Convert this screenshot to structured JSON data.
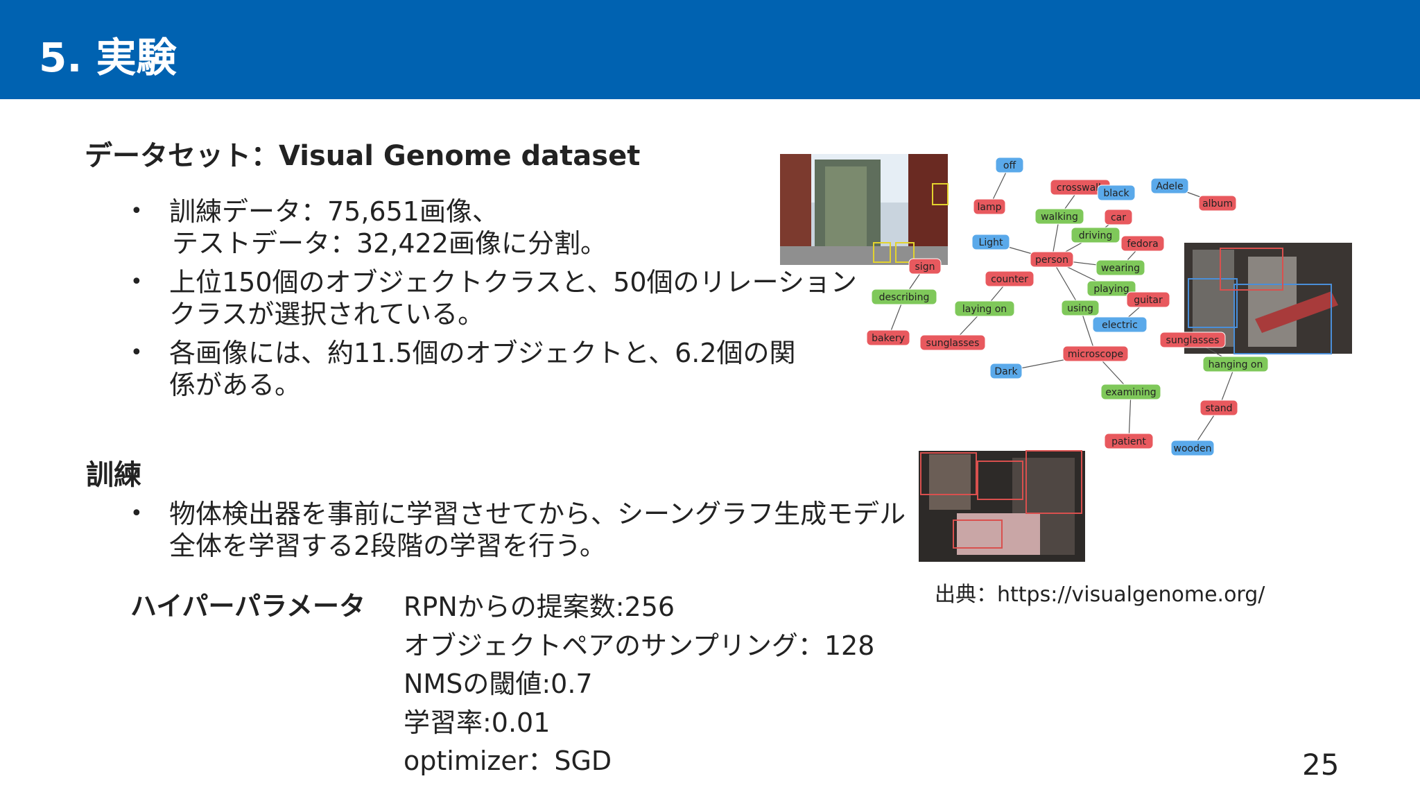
{
  "header": {
    "title": "5. 実験"
  },
  "dataset": {
    "heading": "データセット：Visual Genome dataset",
    "bullets": [
      {
        "lines": [
          "訓練データ：75,651画像、",
          "テストデータ：32,422画像に分割。"
        ]
      },
      {
        "lines": [
          "上位150個のオブジェクトクラスと、50個のリレーション",
          "クラスが選択されている。"
        ]
      },
      {
        "lines": [
          "各画像には、約11.5個のオブジェクトと、6.2個の関",
          "係がある。"
        ]
      }
    ]
  },
  "training": {
    "heading": "訓練",
    "bullets": [
      {
        "lines": [
          "物体検出器を事前に学習させてから、シーングラフ生成モデル",
          "全体を学習する2段階の学習を行う。"
        ]
      }
    ]
  },
  "hyperparams": {
    "label": "ハイパーパラメータ",
    "items": [
      "RPNからの提案数:256",
      "オブジェクトペアのサンプリング：128",
      "NMSの閾値:0.7",
      "学習率:0.01",
      "optimizer：SGD"
    ]
  },
  "figure": {
    "nodes": [
      {
        "label": "off",
        "color": "#5aa9ea"
      },
      {
        "label": "crosswalk",
        "color": "#e8595e"
      },
      {
        "label": "black",
        "color": "#5aa9ea"
      },
      {
        "label": "Adele",
        "color": "#5aa9ea"
      },
      {
        "label": "album",
        "color": "#e8595e"
      },
      {
        "label": "lamp",
        "color": "#e8595e"
      },
      {
        "label": "walking",
        "color": "#7fc85a"
      },
      {
        "label": "car",
        "color": "#e8595e"
      },
      {
        "label": "driving",
        "color": "#7fc85a"
      },
      {
        "label": "Light",
        "color": "#5aa9ea"
      },
      {
        "label": "fedora",
        "color": "#e8595e"
      },
      {
        "label": "sign",
        "color": "#e8595e"
      },
      {
        "label": "person",
        "color": "#e8595e"
      },
      {
        "label": "wearing",
        "color": "#7fc85a"
      },
      {
        "label": "counter",
        "color": "#e8595e"
      },
      {
        "label": "playing",
        "color": "#7fc85a"
      },
      {
        "label": "describing",
        "color": "#7fc85a"
      },
      {
        "label": "guitar",
        "color": "#e8595e"
      },
      {
        "label": "laying on",
        "color": "#7fc85a"
      },
      {
        "label": "using",
        "color": "#7fc85a"
      },
      {
        "label": "electric",
        "color": "#5aa9ea"
      },
      {
        "label": "bakery",
        "color": "#e8595e"
      },
      {
        "label": "sunglasses",
        "color": "#e8595e"
      },
      {
        "label": "sunglasses",
        "color": "#e8595e"
      },
      {
        "label": "microscope",
        "color": "#e8595e"
      },
      {
        "label": "hanging on",
        "color": "#7fc85a"
      },
      {
        "label": "Dark",
        "color": "#5aa9ea"
      },
      {
        "label": "examining",
        "color": "#7fc85a"
      },
      {
        "label": "stand",
        "color": "#e8595e"
      },
      {
        "label": "patient",
        "color": "#e8595e"
      },
      {
        "label": "wooden",
        "color": "#5aa9ea"
      }
    ],
    "caption": "出典：https://visualgenome.org/"
  },
  "page_number": "25",
  "colors": {
    "header_bg": "#0062b1",
    "object_node": "#e8595e",
    "relation_node": "#7fc85a",
    "attribute_node": "#5aa9ea"
  }
}
